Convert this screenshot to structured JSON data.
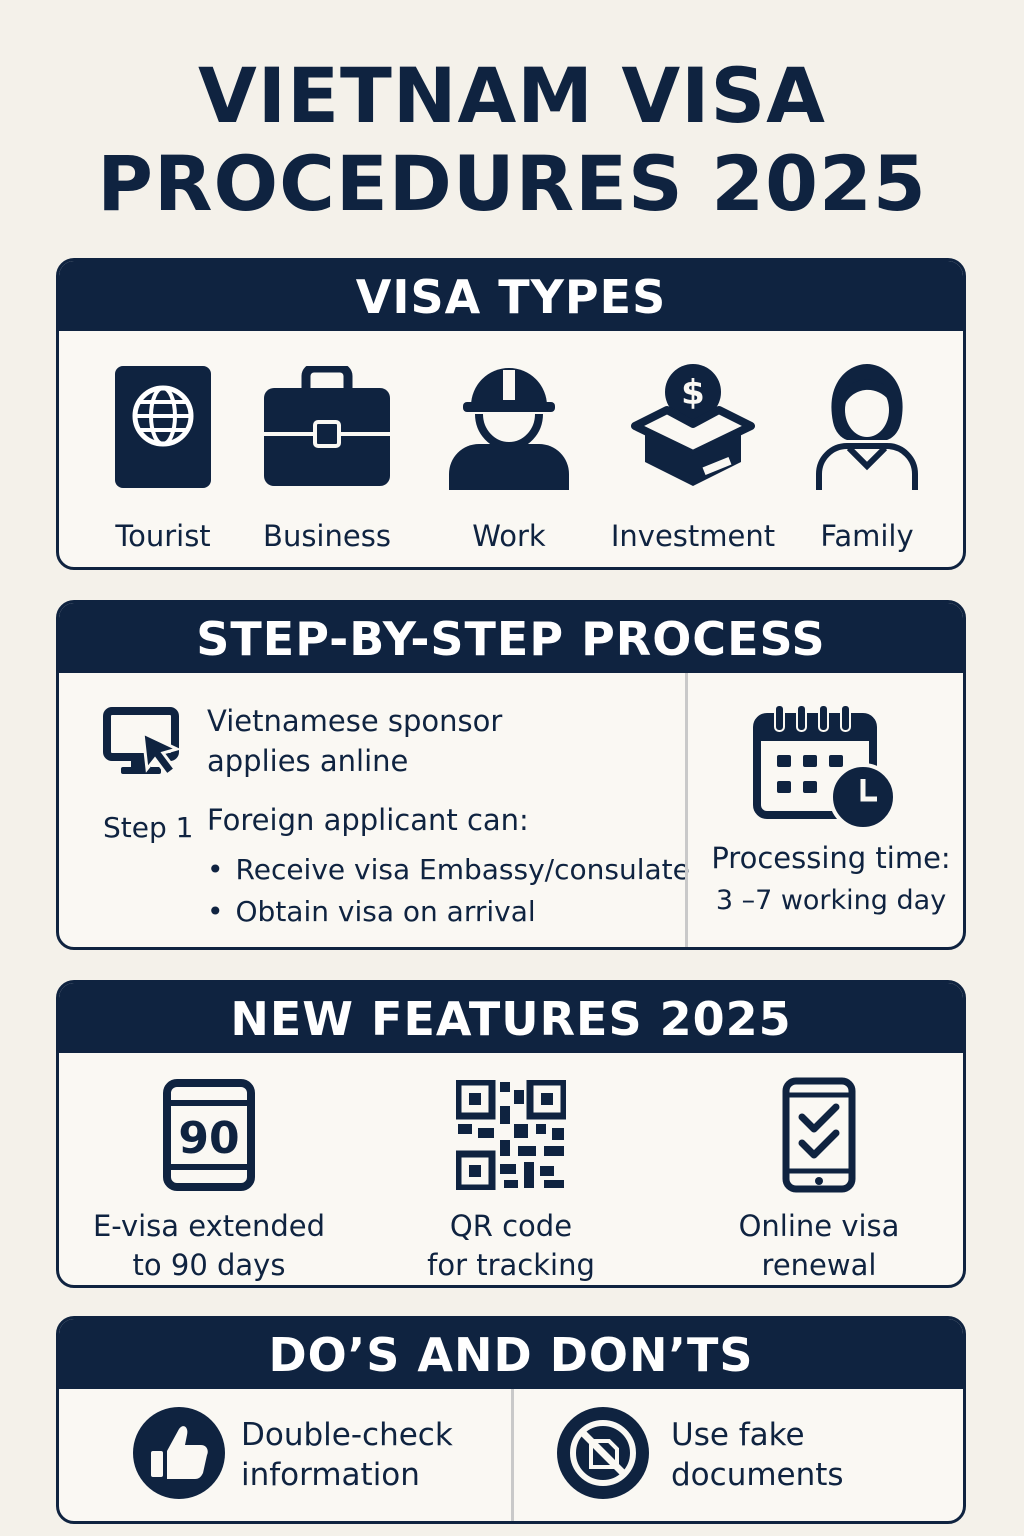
{
  "title": {
    "line1": "VIETNAM VISA",
    "line2": "PROCEDURES 2025"
  },
  "colors": {
    "navy": "#0f2340",
    "background": "#f4f1ea",
    "card": "#faf8f3"
  },
  "visa_types": {
    "heading": "VISA TYPES",
    "items": [
      {
        "label": "Tourist",
        "icon": "passport-globe-icon"
      },
      {
        "label": "Business",
        "icon": "briefcase-icon"
      },
      {
        "label": "Work",
        "icon": "construction-worker-icon"
      },
      {
        "label": "Investment",
        "icon": "money-box-icon"
      },
      {
        "label": "Family",
        "icon": "woman-person-icon"
      }
    ]
  },
  "process": {
    "heading": "STEP-BY-STEP PROCESS",
    "step_label": "Step 1",
    "sponsor_text": "Vietnamese sponsor applies anline",
    "applicant_heading": "Foreign applicant can:",
    "bullets": [
      "Receive visa Embassy/consulate",
      "Obtain visa on arrival"
    ],
    "step_icon": "computer-cursor-icon",
    "processing_icon": "calendar-clock-icon",
    "processing_title": "Processing time:",
    "processing_value": "3 –7 working day"
  },
  "features": {
    "heading": "NEW FEATURES 2025",
    "items": [
      {
        "label_line1": "E-visa extended",
        "label_line2": "to 90 days",
        "icon": "tablet-90-icon",
        "icon_text": "90"
      },
      {
        "label_line1": "QR code",
        "label_line2": "for tracking",
        "icon": "qr-code-icon"
      },
      {
        "label_line1": "Online visa",
        "label_line2": "renewal",
        "icon": "phone-checklist-icon"
      }
    ]
  },
  "dos_donts": {
    "heading": "DO’S AND DON’TS",
    "do_text": "Double-check information",
    "dont_text": "Use fake documents",
    "do_icon": "thumbs-up-icon",
    "dont_icon": "prohibited-document-icon"
  }
}
